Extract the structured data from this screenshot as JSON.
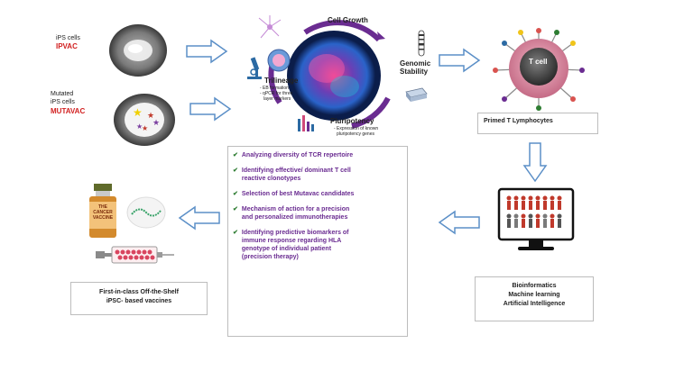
{
  "ipvac": {
    "line1": "iPS cells",
    "name": "IPVAC"
  },
  "mutavac": {
    "line1": "Mutated",
    "line2": "iPS cells",
    "name": "MUTAVAC"
  },
  "cycle": {
    "cell_growth": "Cell Growth",
    "trilineage": "Trilineage",
    "trilineage_items": [
      "- EB formation",
      "- qPCR for three",
      "layer markers"
    ],
    "genomic": [
      "Genomic",
      "Stability"
    ],
    "pluripotency": "Pluripotency",
    "pluripotency_items": [
      "- Expression of known",
      "pluripotency genes"
    ]
  },
  "tcell": {
    "label": "T cell",
    "caption": "Primed T  Lymphocytes"
  },
  "analysis_list": [
    [
      "Analyzing diversity of TCR repertoire"
    ],
    [
      "Identifying effective/ dominant T cell",
      "reactive clonotypes"
    ],
    [
      "Selection of best Mutavac candidates"
    ],
    [
      "Mechanism of action for a precision",
      "and personalized immunotherapies"
    ],
    [
      "Identifying predictive biomarkers of",
      "immune response regarding HLA",
      "genotype of individual  patient",
      "(precision therapy)"
    ]
  ],
  "vaccine": {
    "bottle_text": [
      "THE",
      "CANCER",
      "VACCINE"
    ],
    "caption": [
      "First-in-class  Off-the-Shelf",
      "iPSC- based vaccines"
    ]
  },
  "bioinformatics": {
    "caption": [
      "Bioinformatics",
      "Machine  learning",
      "Artificial  Intelligence"
    ]
  },
  "colors": {
    "arrow": "#5b8fc7",
    "purple": "#6a2c91",
    "red": "#d11f1f",
    "check": "#2e7d32"
  }
}
